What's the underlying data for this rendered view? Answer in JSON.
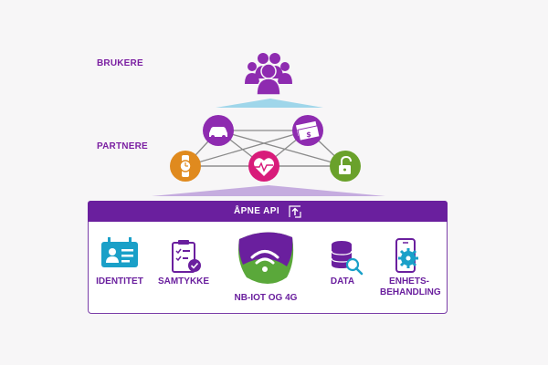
{
  "layers": {
    "users": "BRUKERE",
    "partners": "PARTNERE"
  },
  "api": {
    "title": "ÅPNE API"
  },
  "capabilities": {
    "identity": "IDENTITET",
    "consent": "SAMTYKKE",
    "network": "NB-IOT OG 4G",
    "data": "DATA",
    "device_line1": "ENHETS-",
    "device_line2": "BEHANDLING"
  },
  "partner_nodes": [
    {
      "icon": "car-icon",
      "color": "#8e2bb0"
    },
    {
      "icon": "money-icon",
      "color": "#8e2bb0"
    },
    {
      "icon": "watch-icon",
      "color": "#e08a1e"
    },
    {
      "icon": "heart-health-icon",
      "color": "#d81b7a"
    },
    {
      "icon": "unlock-icon",
      "color": "#6aa12b"
    }
  ],
  "colors": {
    "brand_purple": "#6a1f9e",
    "label_purple": "#7b1fa2",
    "beam_blue": "#8fd0e8",
    "beam_lavender": "#b89ad8",
    "network_green": "#5aa83a"
  }
}
